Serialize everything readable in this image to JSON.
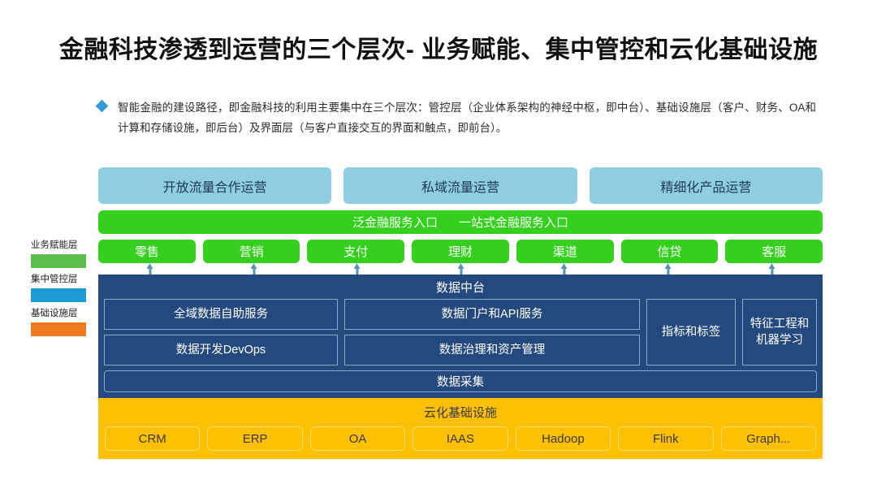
{
  "slide": {
    "title": "金融科技渗透到运营的三个层次- 业务赋能、集中管控和云化基础设施",
    "bullet": "智能金融的建设路径，即金融科技的利用主要集中在三个层次：管控层（企业体系架构的神经中枢，即中台）、基础设施层（客户、财务、OA和计算和存储设施，即后台）及界面层（与客户直接交互的界面和触点，即前台）。"
  },
  "legend": {
    "items": [
      {
        "label": "业务赋能层",
        "color": "#5BBD4A"
      },
      {
        "label": "集中管控层",
        "color": "#1C9AD6"
      },
      {
        "label": "基础设施层",
        "color": "#F07A21"
      }
    ]
  },
  "diagram": {
    "channels": [
      {
        "label": "开放流量合作运营"
      },
      {
        "label": "私域流量运营"
      },
      {
        "label": "精细化产品运营"
      }
    ],
    "entry_bar": {
      "left": "泛金融服务入口",
      "right": "一站式金融服务入口"
    },
    "business_chips": [
      {
        "label": "零售"
      },
      {
        "label": "营销"
      },
      {
        "label": "支付"
      },
      {
        "label": "理财"
      },
      {
        "label": "渠道"
      },
      {
        "label": "信贷"
      },
      {
        "label": "客服"
      }
    ],
    "platform": {
      "title": "数据中台",
      "left_boxes": [
        {
          "label": "全域数据自助服务"
        },
        {
          "label": "数据开发DevOps"
        }
      ],
      "mid_boxes": [
        {
          "label": "数据门户和API服务"
        },
        {
          "label": "数据治理和资产管理"
        }
      ],
      "tall_boxes": [
        {
          "label": "指标和标签"
        },
        {
          "label": "特征工程和机器学习"
        }
      ],
      "collect_bar": "数据采集"
    },
    "infra": {
      "title": "云化基础设施",
      "chips": [
        {
          "label": "CRM"
        },
        {
          "label": "ERP"
        },
        {
          "label": "OA"
        },
        {
          "label": "IAAS"
        },
        {
          "label": "Hadoop"
        },
        {
          "label": "Flink"
        },
        {
          "label": "Graph..."
        }
      ]
    }
  },
  "colors": {
    "channel_blue": "#8FCDE1",
    "bright_green": "#35CF1E",
    "navy": "#24497E",
    "amber": "#FDC003",
    "arrow": "#5A93B8"
  }
}
